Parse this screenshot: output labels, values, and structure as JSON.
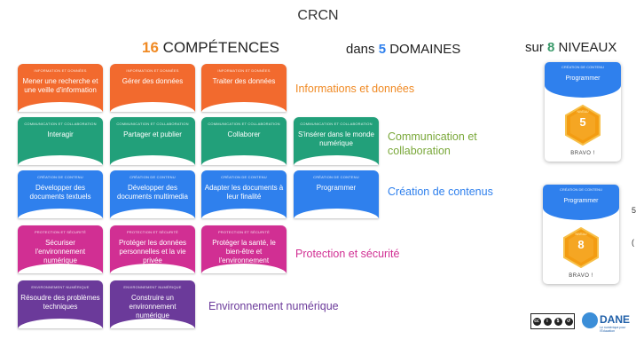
{
  "header": {
    "title": "CRCN",
    "competences_number": "16",
    "competences_label": " COMPÉTENCES",
    "domaines_prefix": "dans ",
    "domaines_number": "5",
    "domaines_label": " DOMAINES",
    "niveaux_prefix": "sur ",
    "niveaux_number": "8",
    "niveaux_label": " NIVEAUX"
  },
  "colors": {
    "info": "#f26a2e",
    "communication": "#22a07a",
    "creation": "#2f80ed",
    "protection": "#d12f93",
    "environnement": "#6b3a9a",
    "number_orange": "#f08a24",
    "number_blue": "#2f80ed",
    "number_green": "#3a9a6a"
  },
  "domains": [
    {
      "label": "Informations et données",
      "category": "INFORMATION ET DONNÉES",
      "cards": [
        "Mener une recherche et une veille d'information",
        "Gérer des données",
        "Traiter des données"
      ]
    },
    {
      "label_line1": "Communication et",
      "label_line2": "collaboration",
      "category": "COMMUNICATION ET COLLABORATION",
      "cards": [
        "Interagir",
        "Partager et publier",
        "Collaborer",
        "S'insérer dans le monde numérique"
      ]
    },
    {
      "label": "Création de contenus",
      "category": "CRÉATION DE CONTENU",
      "cards": [
        "Développer des documents textuels",
        "Développer des documents multimedia",
        "Adapter les documents à leur finalité",
        "Programmer"
      ]
    },
    {
      "label": "Protection et sécurité",
      "category": "PROTECTION ET SÉCURITÉ",
      "cards": [
        "Sécuriser l'environnement numérique",
        "Protéger les données personnelles et la vie privée",
        "Protéger la santé, le bien-être et l'environnement"
      ]
    },
    {
      "label": "Environnement numérique",
      "category": "ENVIRONNEMENT NUMÉRIQUE",
      "cards": [
        "Résoudre des problèmes techniques",
        "Construire un environnement numérique"
      ]
    }
  ],
  "badges": [
    {
      "category": "CRÉATION DE CONTENU",
      "name": "Programmer",
      "level_label": "NIVEAU",
      "level": "5",
      "footer": "BRAVO !"
    },
    {
      "category": "CRÉATION DE CONTENU",
      "name": "Programmer",
      "level_label": "NIVEAU",
      "level": "8",
      "footer": "BRAVO !"
    }
  ],
  "logos": {
    "cc": "cc by nc sa",
    "dane_name": "DANE",
    "dane_sub": "Le numérique pour l'Éducation"
  },
  "edge_glyphs": [
    "5",
    "("
  ]
}
